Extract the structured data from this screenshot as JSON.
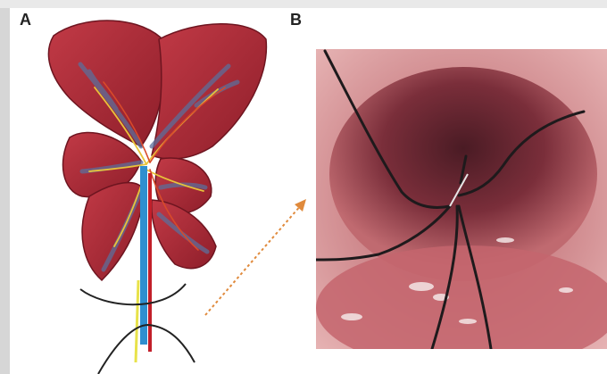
{
  "panels": {
    "a_label": "A",
    "b_label": "B"
  },
  "illustration": {
    "subject": "liver-lobes-illustration",
    "vessel_colors": {
      "portal_vein": "#2f8fcf",
      "artery": "#c21f2a",
      "bile_duct": "#e8e24a"
    }
  },
  "connector": {
    "style": "dotted-arrow",
    "color": "#e08a3c"
  },
  "photo": {
    "subject": "endoscopic-surgical-view",
    "tone": "#b84a52"
  }
}
